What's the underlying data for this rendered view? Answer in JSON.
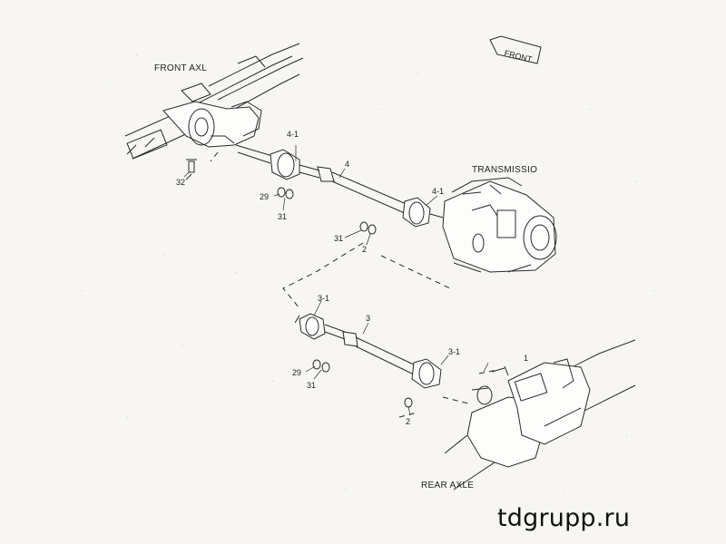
{
  "labels": {
    "front_axle": "FRONT AXL",
    "front": "FRONT",
    "transmission": "TRANSMISSIO",
    "rear_axle": "REAR AXLE",
    "p32": "32",
    "p29a": "29",
    "p31a": "31",
    "p31b": "31",
    "p2a": "2",
    "p4_1a": "4-1",
    "p4": "4",
    "p4_1b": "4-1",
    "p3_1a": "3-1",
    "p3": "3",
    "p3_1b": "3-1",
    "p29b": "29",
    "p31c": "31",
    "p2b": "2",
    "p1": "1"
  },
  "watermark": "tdgrupp.ru",
  "colors": {
    "line": "#2a2a2a",
    "paper": "#f7f6f2",
    "fill": "#fdfdfb"
  }
}
